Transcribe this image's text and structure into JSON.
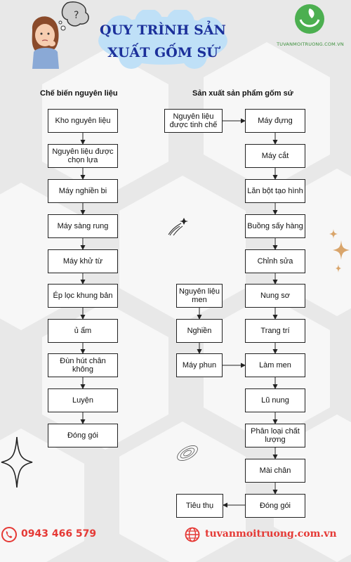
{
  "header": {
    "title_line1": "QUY TRÌNH SẢN",
    "title_line2": "XUẤT GỐM SỨ",
    "logo_text": "TUVANMOITRUONG.COM.VN",
    "title_color": "#1b2f9a",
    "accent_color": "#e53935"
  },
  "left_column": {
    "heading": "Chế biến nguyên liệu",
    "steps": [
      "Kho nguyên liệu",
      "Nguyên liệu được chọn lựa",
      "Máy nghiền bi",
      "Máy sàng rung",
      "Máy khử từ",
      "Ép lọc khung bản",
      "ủ ẩm",
      "Đùn hút chân không",
      "Luyện",
      "Đóng gói"
    ]
  },
  "right_column": {
    "heading": "Sản xuất sản phẩm gốm sứ",
    "input": "Nguyên liệu được tinh chế",
    "steps": [
      "Máy đựng",
      "Máy cắt",
      "Lăn bột tạo hình",
      "Buồng sấy hàng",
      "Chỉnh sửa",
      "Nung sơ",
      "Trang trí",
      "Làm men",
      "Lũ nung",
      "Phân loại chất lượng",
      "Mài chân",
      "Đóng gói"
    ]
  },
  "glaze_branch": {
    "steps": [
      "Nguyên liệu men",
      "Nghiền",
      "Máy phun"
    ]
  },
  "output": {
    "label": "Tiêu thụ"
  },
  "footer": {
    "phone": "0943 466 579",
    "website": "tuvanmoitruong.com.vn",
    "phone_icon": "phone-icon",
    "web_icon": "globe-icon"
  }
}
